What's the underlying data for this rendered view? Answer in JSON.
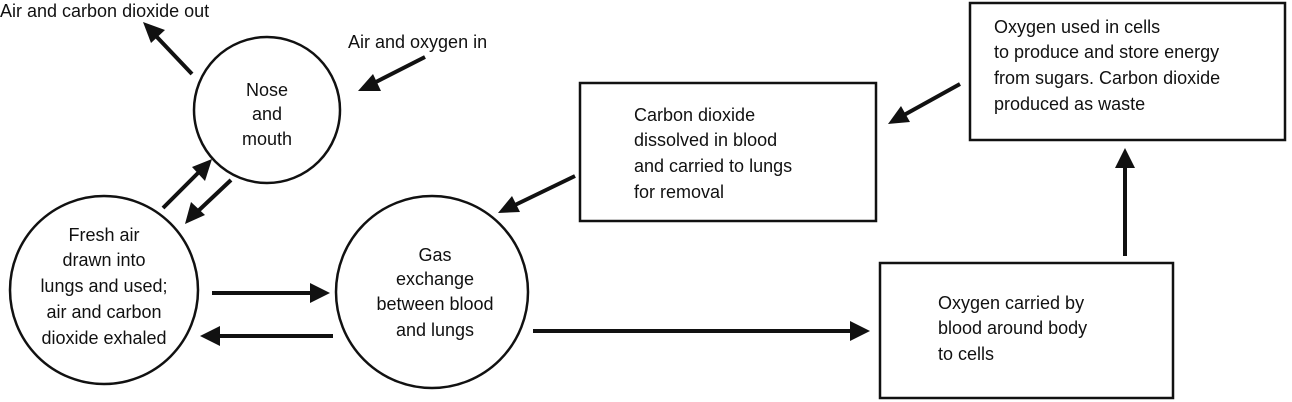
{
  "labels": {
    "air_co2_out": "Air and carbon dioxide out",
    "air_oxygen_in": "Air and oxygen in"
  },
  "nodes": {
    "nose_mouth": [
      "Nose",
      "and",
      "mouth"
    ],
    "lungs": [
      "Fresh air",
      "drawn into",
      "lungs and used;",
      "air and carbon",
      "dioxide exhaled"
    ],
    "gas_exchange": [
      "Gas",
      "exchange",
      "between blood",
      "and lungs"
    ]
  },
  "boxes": {
    "co2_blood": [
      "Carbon dioxide",
      "dissolved in blood",
      "and carried to lungs",
      "for removal"
    ],
    "oxygen_cells": [
      "Oxygen used in cells",
      "to produce and store energy",
      "from sugars. Carbon dioxide",
      "produced as waste"
    ],
    "oxygen_blood": [
      "Oxygen carried by",
      "blood around body",
      "to cells"
    ]
  }
}
